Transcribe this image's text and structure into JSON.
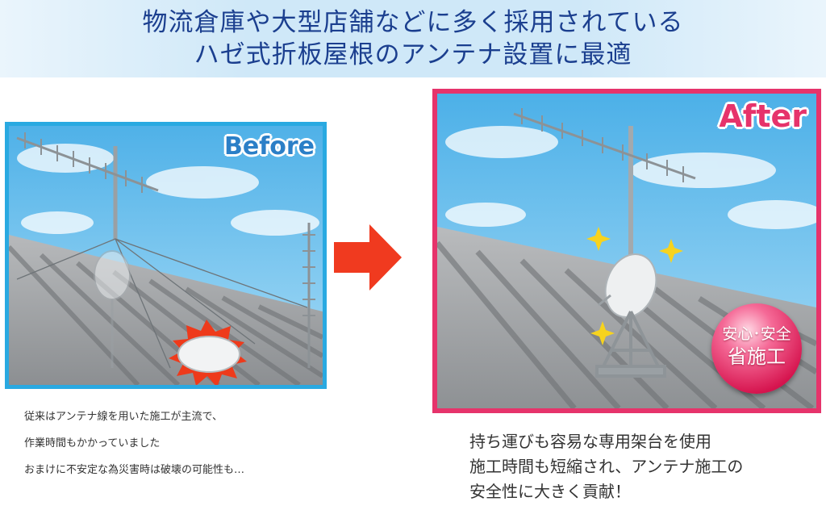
{
  "banner": {
    "line1": "物流倉庫や大型店舗などに多く採用されている",
    "line2": "ハゼ式折板屋根のアンテナ設置に最適"
  },
  "before": {
    "tag": "Before",
    "caption": [
      "従来はアンテナ線を用いた施工が主流で、",
      "作業時間もかかっていました",
      "おまけに不安定な為災害時は破壊の可能性も…"
    ]
  },
  "after": {
    "tag": "After",
    "badge_line1": "安心･安全",
    "badge_line2": "省施工",
    "caption": [
      "持ち運びも容易な専用架台を使用",
      "施工時間も短縮され、アンテナ施工の",
      "安全性に大きく貢献！"
    ]
  },
  "colors": {
    "title_text": "#1b3f8f",
    "before_border": "#29a9e1",
    "after_border": "#e6336b",
    "arrow": "#f03a1f"
  }
}
